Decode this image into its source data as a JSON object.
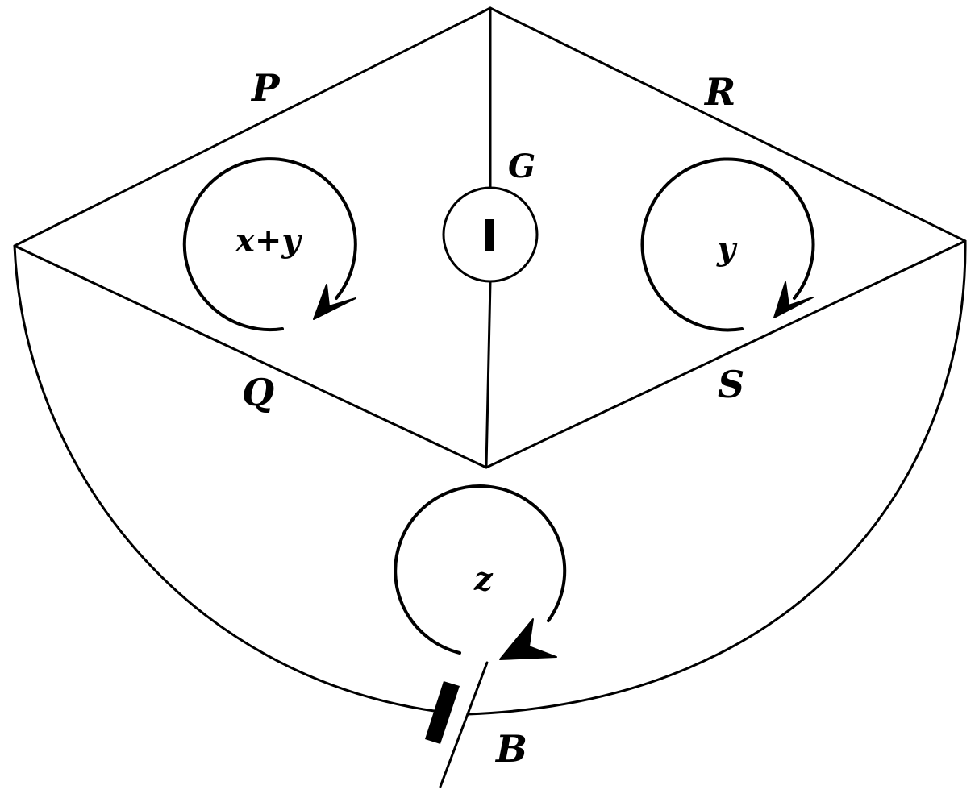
{
  "labels": {
    "P": "P",
    "R": "R",
    "G": "G",
    "Q": "Q",
    "S": "S",
    "B": "B"
  },
  "loops": {
    "left": "x+y",
    "right": "y",
    "bottom": "z"
  },
  "colors": {
    "line": "#000000",
    "background": "#ffffff"
  }
}
